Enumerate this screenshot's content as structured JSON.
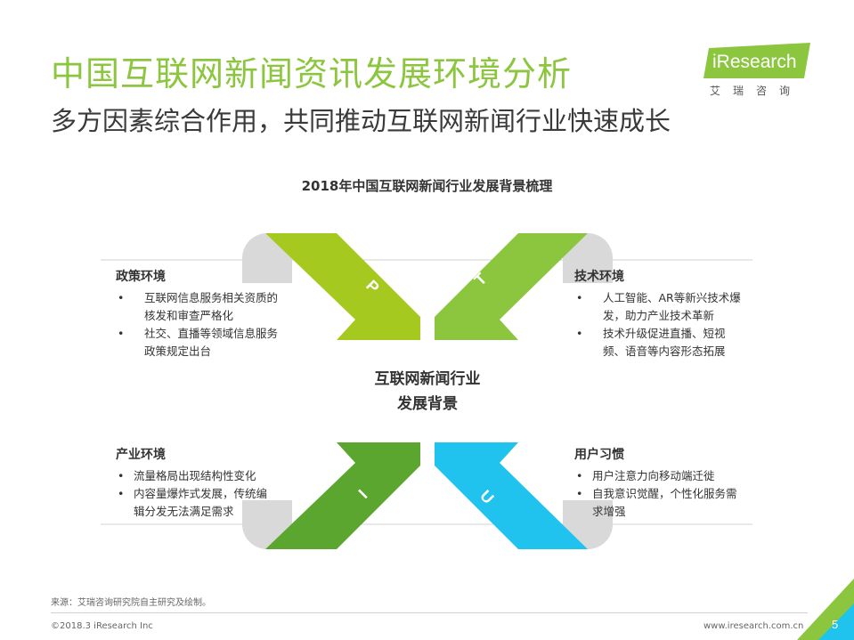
{
  "header": {
    "title": "中国互联网新闻资讯发展环境分析",
    "subtitle": "多方因素综合作用，共同推动互联网新闻行业快速成长"
  },
  "logo": {
    "name": "iResearch",
    "cn": "艾瑞咨询"
  },
  "figure": {
    "title": "2018年中国互联网新闻行业发展背景梳理",
    "center_line1": "互联网新闻行业",
    "center_line2": "发展背景",
    "arrows": [
      {
        "letter": "P",
        "color": "#a6c920"
      },
      {
        "letter": "T",
        "color": "#8cc63f"
      },
      {
        "letter": "I",
        "color": "#5aa62e"
      },
      {
        "letter": "U",
        "color": "#1fc3ee"
      }
    ],
    "sections": {
      "policy": {
        "heading": "政策环境",
        "items": [
          "互联网信息服务相关资质的核发和审查严格化",
          "社交、直播等领域信息服务政策规定出台"
        ]
      },
      "tech": {
        "heading": "技术环境",
        "items": [
          "人工智能、AR等新兴技术爆发，助力产业技术革新",
          "技术升级促进直播、短视频、语音等内容形态拓展"
        ]
      },
      "industry": {
        "heading": "产业环境",
        "items": [
          "流量格局出现结构性变化",
          "内容量爆炸式发展，传统编辑分发无法满足需求"
        ]
      },
      "user": {
        "heading": "用户习惯",
        "items": [
          "用户注意力向移动端迁徙",
          "自我意识觉醒，个性化服务需求增强"
        ]
      }
    }
  },
  "footer": {
    "source": "来源：艾瑞咨询研究院自主研究及绘制。",
    "copyright": "©2018.3 iResearch Inc",
    "website": "www.iresearch.com.cn",
    "page": "5"
  },
  "colors": {
    "accent_green": "#8cc63f",
    "grey_tab": "#d9d9d9",
    "cyan": "#1fc3ee"
  }
}
